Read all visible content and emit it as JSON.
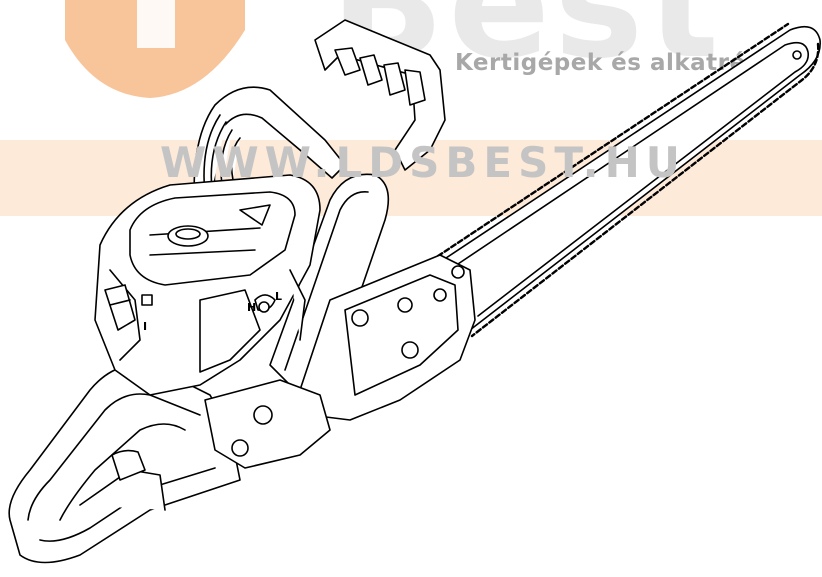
{
  "watermark": {
    "brand_word": "Best",
    "tagline": "Kertigépek és alkatrészek",
    "url": "WWW.LDSBEST.HU",
    "brand_color": "#f4a45c",
    "band_color": "#fce3cc"
  },
  "product_markings": {
    "carb_high": "H",
    "carb_low": "L",
    "switch_on": "I"
  },
  "icons": [
    "logo-mark-icon",
    "chainsaw-drawing"
  ]
}
